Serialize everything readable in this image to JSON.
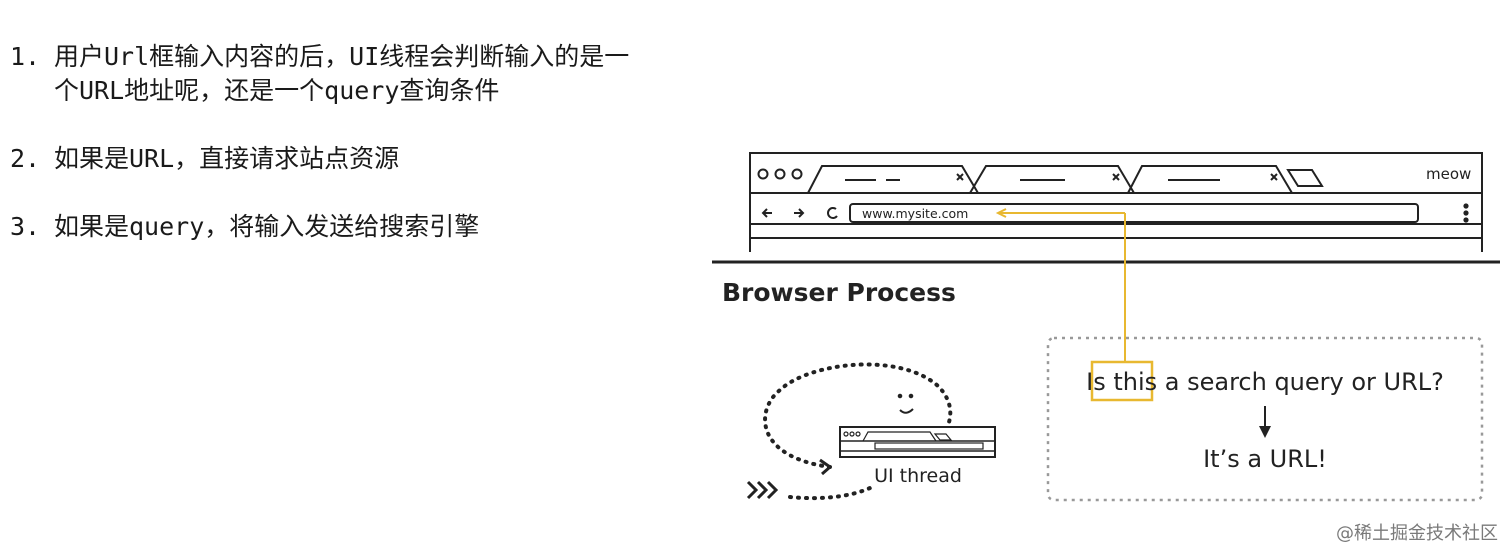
{
  "steps": [
    {
      "num": "1.",
      "text": "用户Url框输入内容的后，UI线程会判断输入的是一个URL地址呢，还是一个query查询条件"
    },
    {
      "num": "2.",
      "text": "如果是URL，直接请求站点资源"
    },
    {
      "num": "3.",
      "text": "如果是query，将输入发送给搜索引擎"
    }
  ],
  "figure": {
    "window_label": "meow",
    "address": "www.mysite.com",
    "process_title": "Browser Process",
    "question_prefix": "Is ",
    "question_highlight": "this",
    "question_suffix": " a search query or URL?",
    "answer": "It’s a URL!",
    "thread_label": "UI thread",
    "highlight_color": "#e8b830"
  },
  "watermark": "@稀土掘金技术社区"
}
